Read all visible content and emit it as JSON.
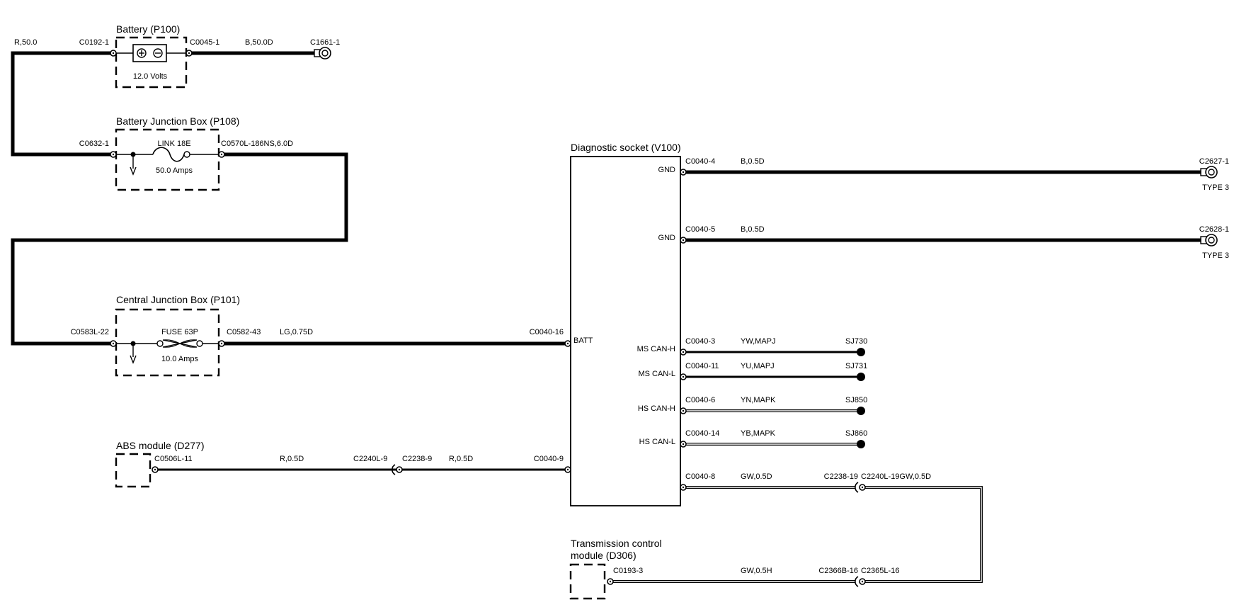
{
  "components": {
    "battery": {
      "title": "Battery (P100)",
      "voltage": "12.0 Volts"
    },
    "battery_junction_box": {
      "title": "Battery Junction Box (P108)",
      "link_label": "LINK 18E",
      "rating": "50.0 Amps"
    },
    "central_junction_box": {
      "title": "Central Junction Box (P101)",
      "fuse_label": "FUSE 63P",
      "rating": "10.0 Amps"
    },
    "abs_module": {
      "title": "ABS module (D277)"
    },
    "diagnostic_socket": {
      "title": "Diagnostic socket (V100)",
      "pins": {
        "gnd1": "GND",
        "gnd2": "GND",
        "batt": "BATT",
        "ms_can_h": "MS CAN-H",
        "ms_can_l": "MS CAN-L",
        "hs_can_h": "HS CAN-H",
        "hs_can_l": "HS CAN-L"
      }
    },
    "tcm": {
      "title_line1": "Transmission control",
      "title_line2": "module (D306)"
    }
  },
  "labels": {
    "r50": "R,50.0",
    "c0192_1": "C0192-1",
    "c0045_1": "C0045-1",
    "b50": "B,50.0D",
    "c1661_1": "C1661-1",
    "c0632_1": "C0632-1",
    "c0570": "C0570L-186NS,6.0D",
    "c0583": "C0583L-22",
    "c0582": "C0582-43",
    "lg075": "LG,0.75D",
    "c0040_16": "C0040-16",
    "c0506": "C0506L-11",
    "r05a": "R,0.5D",
    "c2240_9": "C2240L-9",
    "c2238_9": "C2238-9",
    "r05b": "R,0.5D",
    "c0040_9": "C0040-9",
    "c0040_4": "C0040-4",
    "b05a": "B,0.5D",
    "c2627_1": "C2627-1",
    "type3a": "TYPE 3",
    "c0040_5": "C0040-5",
    "b05b": "B,0.5D",
    "c2628_1": "C2628-1",
    "type3b": "TYPE 3",
    "c0040_3": "C0040-3",
    "yw": "YW,MAPJ",
    "sj730": "SJ730",
    "c0040_11": "C0040-11",
    "yu": "YU,MAPJ",
    "sj731": "SJ731",
    "c0040_6": "C0040-6",
    "yn": "YN,MAPK",
    "sj850": "SJ850",
    "c0040_14": "C0040-14",
    "yb": "YB,MAPK",
    "sj860": "SJ860",
    "c0040_8": "C0040-8",
    "gw05d_a": "GW,0.5D",
    "c2238_19": "C2238-19",
    "c2240_19": "C2240L-19GW,0.5D",
    "c0193_3": "C0193-3",
    "gw05h": "GW,0.5H",
    "c2366": "C2366B-16",
    "c2365": "C2365L-16"
  }
}
